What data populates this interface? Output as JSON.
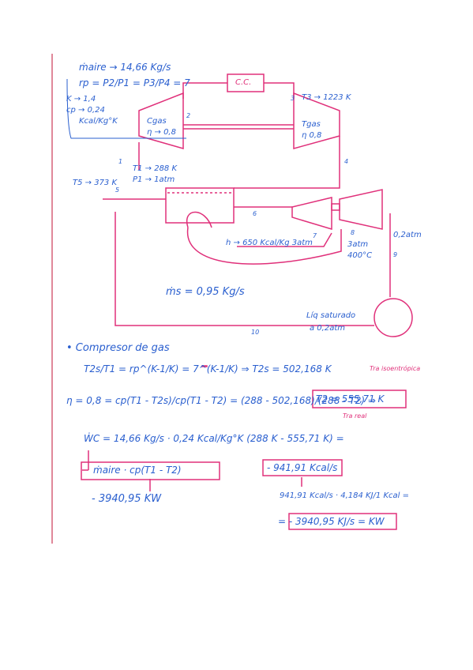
{
  "colors": {
    "blue_ink": "#2a5fcf",
    "pink_ink": "#e0307a",
    "margin": "#e0889a"
  },
  "given": {
    "m_aire": "ṁaire → 14,66 Kg/s",
    "rp": "rp = P2/P1 = P3/P4 = 7",
    "k": "K → 1,4",
    "cp": "cp → 0,24",
    "cp_unit": "Kcal/Kg°K"
  },
  "diagram": {
    "cc": "C.C.",
    "comp_name": "Cgas",
    "comp_eff": "η → 0,8",
    "turb_name": "Tgas",
    "turb_eff": "η 0,8",
    "n1": "1",
    "n2": "2",
    "n3": "3",
    "n4": "4",
    "n5": "5",
    "n6": "6",
    "n7": "7",
    "n8": "8",
    "n9": "9",
    "n10": "10",
    "t3": "T3 → 1223 K",
    "t1": "T1 → 288 K",
    "p1": "P1 → 1atm",
    "t5": "T5 → 373 K",
    "h_line": "h → 650 Kcal/Kg 3atm",
    "p8_a": "3atm",
    "p8_b": "400°C",
    "p9": "0,2atm",
    "ms": "ṁs = 0,95 Kg/s",
    "liq1": "Líq saturado",
    "liq2": "a 0,2atm"
  },
  "calc": {
    "heading": "• Compresor de gas",
    "eq1": "T2s/T1 = rp^(K-1/K) = 7^(K-1/K) ⇒ T2s = 502,168 K",
    "eq1_note": "Tra isoentrópica",
    "eq2": "η = 0,8 = cp(T1 - T2s)/cp(T1 - T2) = (288 - 502,168)/(288 - T2) ⇒",
    "t2_box": "T2 = 555,71 K",
    "t2_note": "Tra real",
    "eq3": "ẆC = 14,66 Kg/s · 0,24 Kcal/Kg°K (288 K - 555,71 K) =",
    "eq4": "ṁaire · cp(T1 - T2)",
    "res_kcal": "- 941,91 Kcal/s",
    "conv": "941,91 Kcal/s · 4,184 KJ/1 Kcal =",
    "res_kw": "- 3940,95 KW",
    "res_kj": "= - 3940,95 KJ/s = KW"
  }
}
